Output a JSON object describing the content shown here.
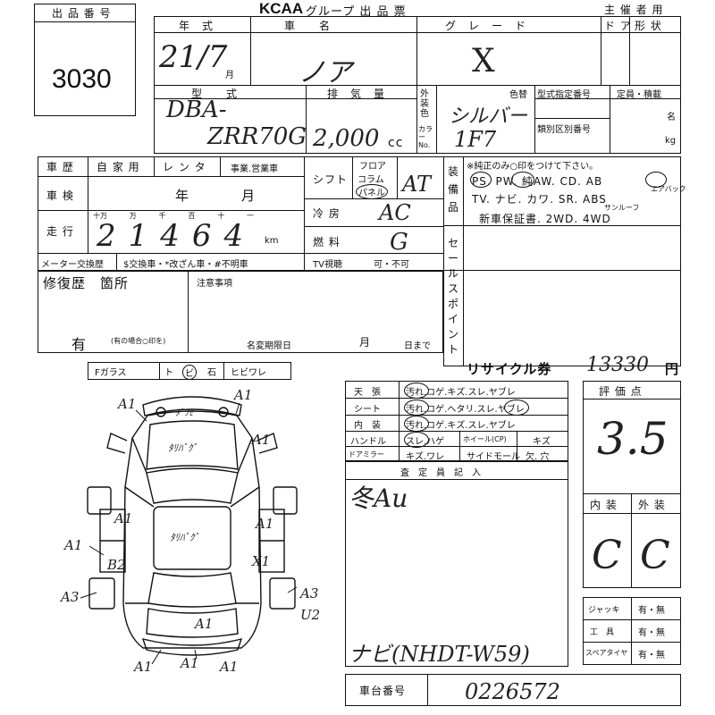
{
  "header": {
    "lot_label": "出 品 番 号",
    "lot_number": "3030",
    "brand": "KCAA",
    "title": "グループ 出 品 票",
    "organizer": "主 催 者 用"
  },
  "row1": {
    "year_label": "年　式",
    "name_label": "車　　名",
    "grade_label": "グ　レ　ー　ド",
    "door_label": "ド ア",
    "shape_label": "形 状",
    "year_value": "21/7",
    "month_unit": "月",
    "name_value": "ノア",
    "grade_value": "X"
  },
  "row2": {
    "model_label": "型　　式",
    "displacement_label": "排　気　量",
    "exterior_color_label": "外装色",
    "color_no_label": "カラーNo.",
    "color_change_label": "色替",
    "type_designation_label": "型式指定番号",
    "category_label": "類別区別番号",
    "capacity_label": "定員・積載",
    "persons_unit": "名",
    "kg_unit": "kg",
    "model_value_1": "DBA-",
    "model_value_2": "ZRR70G",
    "displacement_value": "2,000",
    "cc_unit": "cc",
    "color_value": "シルバー",
    "color_code_value": "1F7"
  },
  "history": {
    "history_label": "車 歴",
    "private_label": "自 家 用",
    "rental_label": "レ ン タ",
    "commercial_label": "事業.営業車",
    "inspection_label": "車 検",
    "year_unit": "年",
    "month_unit": "月",
    "mileage_label": "走 行",
    "digit_labels": [
      "十万",
      "万",
      "千",
      "百",
      "十",
      "一"
    ],
    "mileage_value": "21464",
    "km_unit": "km",
    "meter_label": "メーター交換歴",
    "meter_options": "$交換車・*改ざん車・#不明車"
  },
  "drive": {
    "shift_label": "シフト",
    "floor_label": "フロア",
    "column_label": "コラム",
    "panel_label": "パネル",
    "shift_value": "AT",
    "ac_label": "冷 房",
    "ac_value": "AC",
    "fuel_label": "燃 料",
    "fuel_value": "G",
    "tv_label": "TV視聴",
    "tv_options": "可・不可"
  },
  "equipment": {
    "label": "装備品",
    "note": "※純正のみ○印をつけて下さい。",
    "line1": "PS. PW. 純AW. CD. AB",
    "line2": "TV. ナビ. カワ. SR. ABS",
    "line3": "新車保証書. 2WD. 4WD",
    "airbag_sub": "エアバック",
    "sunroof_sub": "サンルーフ"
  },
  "sales_point_label": "セールスポイント",
  "repair": {
    "title": "修復歴　箇所",
    "presence": "有",
    "note": "(有の場合○印を)",
    "notes_label": "注意事項",
    "deadline_label": "名変期限日",
    "month_unit": "月",
    "day_unit": "日まで"
  },
  "glass": {
    "items": [
      "Fガラス",
      "ト",
      "ビ",
      "石",
      "ヒビワレ"
    ]
  },
  "recycle": {
    "label": "リサイクル券",
    "value": "13330",
    "unit": "円"
  },
  "condition": {
    "rows": [
      {
        "label": "天　張",
        "options": "汚れ.コゲ.キズ.スレ.ヤブレ"
      },
      {
        "label": "シート",
        "options": "汚れ.コゲ.ヘタリ.スレ.ヤブレ"
      },
      {
        "label": "内　装",
        "options": "汚れ.コゲ.キズ.スレ.ヤブレ"
      },
      {
        "label": "ハンドル",
        "options": "スレ.ハゲ"
      },
      {
        "label": "ドアミラー",
        "options": "キズ.ワレ"
      }
    ],
    "wheel_label": "ホイール(CP)",
    "wheel_value": "キズ",
    "side_label": "サイドモール",
    "side_options": "欠. 穴"
  },
  "inspector": {
    "label": "査　定　員　記　入",
    "note1": "冬Au",
    "note2": "ナビ(NHDT-W59)"
  },
  "rating": {
    "label": "評 価 点",
    "score": "3.5",
    "interior_label": "内 装",
    "exterior_label": "外 装",
    "interior_grade": "C",
    "exterior_grade": "C"
  },
  "tools": {
    "items": [
      {
        "label": "ジャッキ",
        "options": "有・無"
      },
      {
        "label": "工　具",
        "options": "有・無"
      },
      {
        "label": "スペアタイヤ",
        "options": "有・無"
      }
    ]
  },
  "chassis": {
    "label": "車台番号",
    "value": "0226572"
  },
  "diagram": {
    "marks": [
      "A1",
      "A1",
      "A1",
      "A1",
      "A1",
      "A1",
      "A1",
      "A1",
      "A1",
      "A1",
      "A1",
      "A3",
      "A3",
      "U2",
      "B2",
      "X1",
      "A1"
    ],
    "hood_note": "ﾀﾘﾊﾞｸﾞ",
    "roof_note": "ﾀﾘﾊﾞｸﾞ",
    "front_note": "ﾀﾞﾌｾ"
  }
}
